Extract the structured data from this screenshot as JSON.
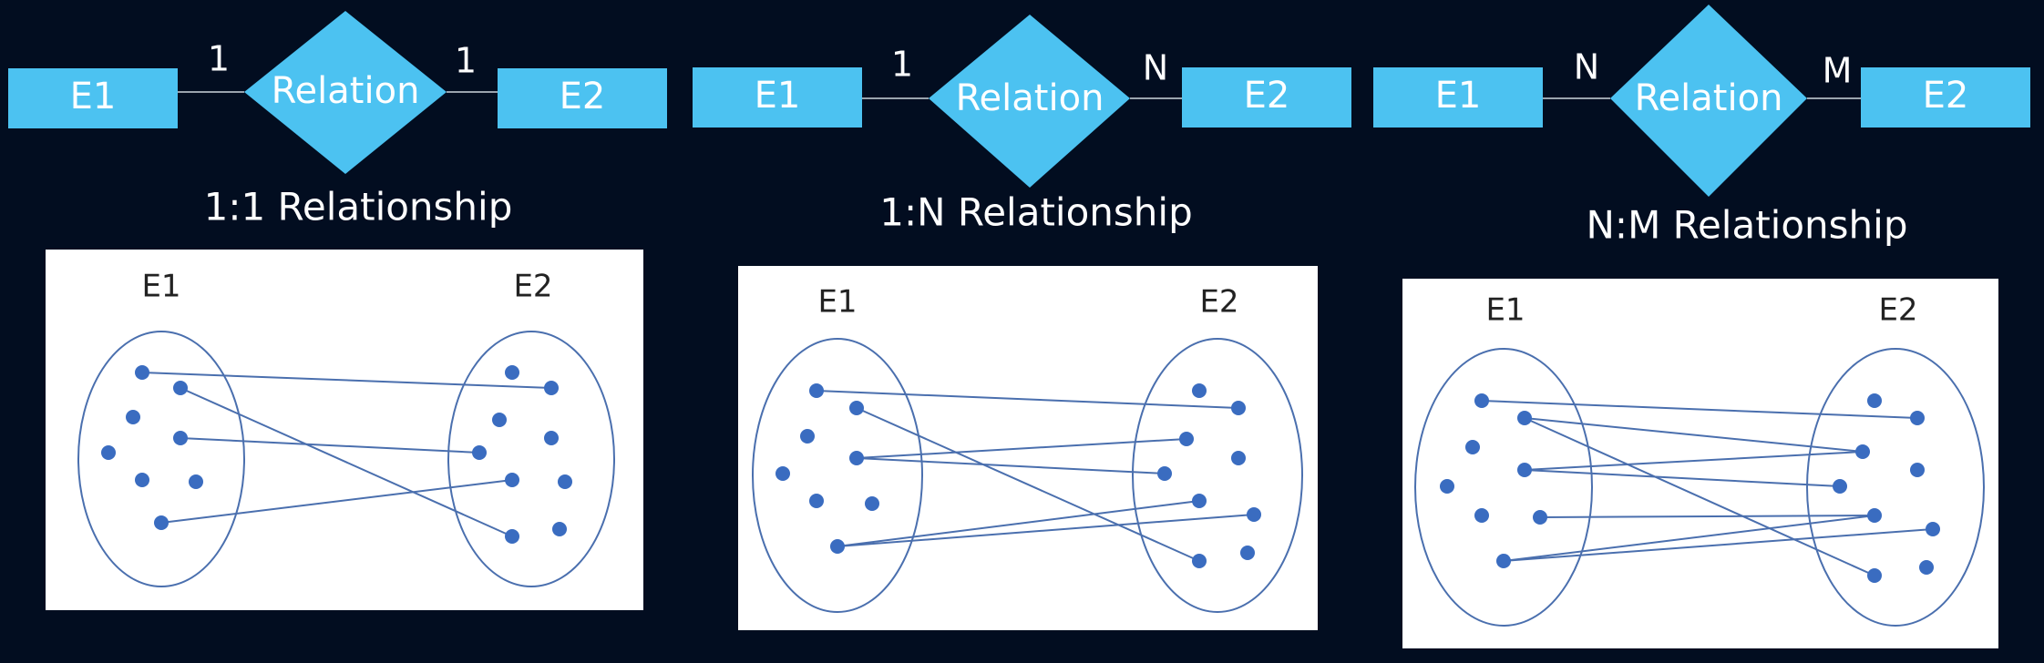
{
  "colors": {
    "background": "#020d20",
    "entity_fill": "#4cc2f1",
    "relation_fill": "#4cc2f1",
    "label_text": "#ffffff",
    "panel_fill": "#ffffff",
    "line": "#4a6fae",
    "dot": "#3a6cc0",
    "set_text": "#222222"
  },
  "diagrams": [
    {
      "entity_left": "E1",
      "entity_right": "E2",
      "relation": "Relation",
      "card_left": "1",
      "card_right": "1",
      "caption": "1:1 Relationship",
      "set_left": "E1",
      "set_right": "E2"
    },
    {
      "entity_left": "E1",
      "entity_right": "E2",
      "relation": "Relation",
      "card_left": "1",
      "card_right": "N",
      "caption": "1:N Relationship",
      "set_left": "E1",
      "set_right": "E2"
    },
    {
      "entity_left": "E1",
      "entity_right": "E2",
      "relation": "Relation",
      "card_left": "N",
      "card_right": "M",
      "caption": "N:M Relationship",
      "set_left": "E1",
      "set_right": "E2"
    }
  ]
}
